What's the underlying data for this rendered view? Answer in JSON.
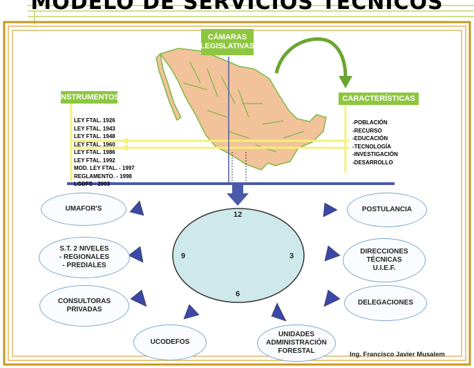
{
  "title": "MODELO DE SERVICIOS TÉCNICOS",
  "camaras": "CÁMARAS LEGISLATIVAS",
  "instrumentos": {
    "label": "INSTRUMENTOS",
    "items": [
      "LEY FTAL. 1926",
      "LEY FTAL. 1943",
      "LEY FTAL. 1948",
      "LEY FTAL. 1960",
      "LEY FTAL. 1986",
      "LEY FTAL. 1992",
      "MOD. LEY FTAL. - 1997",
      "REGLAMENTO. - 1998",
      "LGDFS - 2003"
    ]
  },
  "caracteristicas": {
    "label": "CARACTERÍSTICAS",
    "items": [
      "-POBLACIÓN",
      "-RECURSO",
      "-EDUCACIÓN",
      "-TECNOLOGÍA",
      "-INVESTIGACIÓN",
      "-DESARROLLO"
    ]
  },
  "clock": {
    "n12": "12",
    "n3": "3",
    "n6": "6",
    "n9": "9"
  },
  "nodes": {
    "umafors": "UMAFOR'S",
    "st_niveles": "S.T. 2 NIVELES",
    "regionales": "- REGIONALES",
    "prediales": "- PREDIALES",
    "consultoras": "CONSULTORAS",
    "privadas": "PRIVADAS",
    "ucodefos": "UCODEFOS",
    "unidades": "UNIDADES",
    "administracion": "ADMINISTRACIÓN",
    "forestal": "FORESTAL",
    "postulancia": "POSTULANCIA",
    "direcciones": "DIRECCIONES",
    "tecnicas": "TÉCNICAS",
    "uief": "U.I.E.F.",
    "delegaciones": "DELEGACIONES"
  },
  "credit": "Ing. Francisco Javier Musalem",
  "colors": {
    "frame": "#c8961e",
    "green": "#8dc63f",
    "yellow": "#f5f07a",
    "blue": "#4a5aa8",
    "clock": "#cfe8ea",
    "map": "#f2c29a"
  }
}
